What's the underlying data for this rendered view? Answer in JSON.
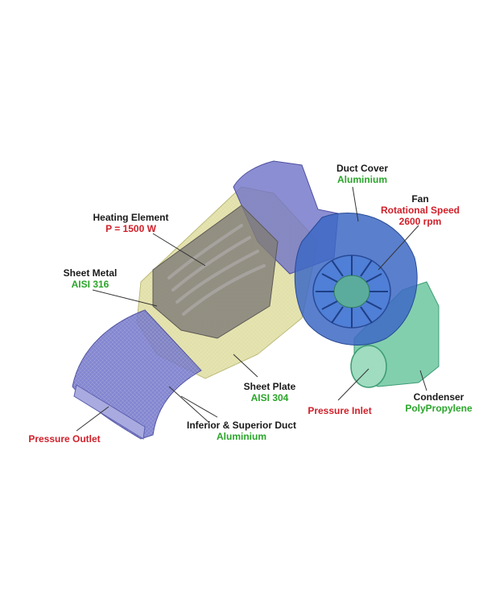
{
  "colors": {
    "name_text": "#1a1a1a",
    "material_text": "#2aa52a",
    "warning_text": "#d0202a",
    "duct_blue": "#6f72c8",
    "fan_blue": "#3d68c4",
    "plate_yellow": "#dddb9a",
    "condenser_green": "#6cc7a0",
    "heater_gray": "#807c78"
  },
  "labels": {
    "duct_cover": {
      "name": "Duct Cover",
      "material": "Aluminium"
    },
    "fan": {
      "name": "Fan",
      "spec_line1": "Rotational Speed",
      "spec_line2": "2600 rpm"
    },
    "heating_element": {
      "name": "Heating Element",
      "spec": "P = 1500 W"
    },
    "sheet_metal": {
      "name": "Sheet Metal",
      "material": "AISI 316"
    },
    "sheet_plate": {
      "name": "Sheet Plate",
      "material": "AISI 304"
    },
    "condenser": {
      "name": "Condenser",
      "material": "PolyPropylene"
    },
    "pressure_inlet": {
      "name": "Pressure Inlet"
    },
    "pressure_outlet": {
      "name": "Pressure Outlet"
    },
    "duct": {
      "name": "Inferior & Superior Duct",
      "material": "Aluminium"
    }
  }
}
